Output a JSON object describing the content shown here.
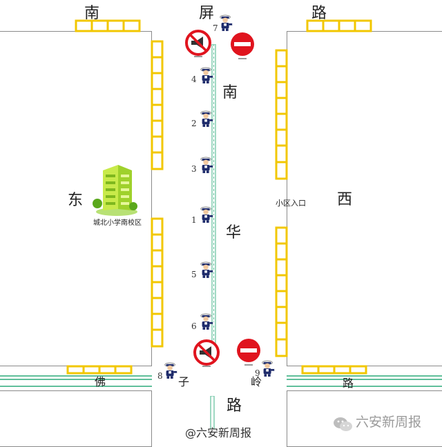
{
  "roads": {
    "north": [
      "南",
      "屏",
      "路"
    ],
    "center": [
      "南",
      "华"
    ],
    "east": "西",
    "west": "东",
    "south_road": [
      "佛",
      "子",
      "岭",
      "路"
    ],
    "bottom": "路"
  },
  "landmarks": {
    "school": "城北小学南校区",
    "community_entrance": "小区入口"
  },
  "officer_numbers": [
    "7",
    "4",
    "2",
    "3",
    "1",
    "5",
    "6",
    "8",
    "9"
  ],
  "watermark": {
    "source": "@六安新周报",
    "brand": "六安新周报"
  },
  "colors": {
    "parking": "#f2c700",
    "lane": "#5fbf9a",
    "no_entry": "#e0141e",
    "no_horn_ring": "#e0141e"
  },
  "icons": [
    "no-horn-sign-icon",
    "no-entry-sign-icon",
    "traffic-police-icon",
    "school-building-icon",
    "wechat-icon"
  ]
}
